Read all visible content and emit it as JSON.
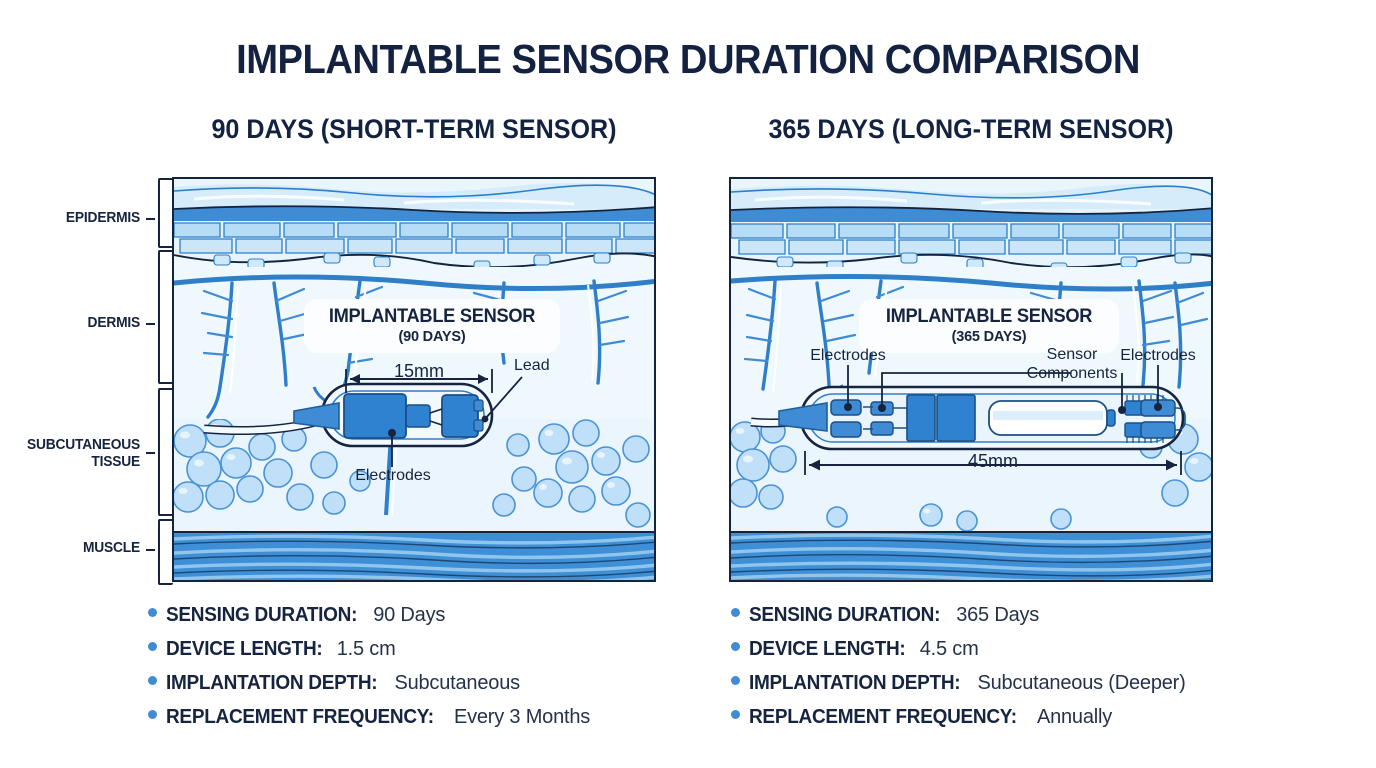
{
  "title": "IMPLANTABLE SENSOR DURATION COMPARISON",
  "colors": {
    "navy": "#16243f",
    "accent_blue": "#3f8bd4",
    "muscle_blue": "#3e8fd6",
    "panel_bg": "#eef7fd",
    "background": "#ffffff"
  },
  "layer_labels": [
    {
      "name": "EPIDERMIS",
      "lines": [
        "EPIDERMIS"
      ]
    },
    {
      "name": "DERMIS",
      "lines": [
        "DERMIS"
      ]
    },
    {
      "name": "SUBCUTANEOUS TISSUE",
      "lines": [
        "SUBCUTANEOUS",
        "TISSUE"
      ]
    },
    {
      "name": "MUSCLE",
      "lines": [
        "MUSCLE"
      ]
    }
  ],
  "panels": [
    {
      "id": "short-term",
      "heading": "90 DAYS (SHORT-TERM SENSOR)",
      "device_chip": {
        "title": "IMPLANTABLE SENSOR",
        "subtitle": "(90 DAYS)"
      },
      "dimension": "15mm",
      "callouts": [
        {
          "name": "lead",
          "text": "Lead"
        },
        {
          "name": "electrodes",
          "text": "Electrodes"
        }
      ],
      "specs": [
        {
          "label": "SENSING DURATION:",
          "value": "90 Days"
        },
        {
          "label": "DEVICE LENGTH:",
          "value": "1.5 cm"
        },
        {
          "label": "IMPLANTATION DEPTH:",
          "value": "Subcutaneous"
        },
        {
          "label": "REPLACEMENT FREQUENCY:",
          "value": "Every 3 Months"
        }
      ]
    },
    {
      "id": "long-term",
      "heading": "365 DAYS (LONG-TERM SENSOR)",
      "device_chip": {
        "title": "IMPLANTABLE SENSOR",
        "subtitle": "(365 DAYS)"
      },
      "dimension": "45mm",
      "callouts": [
        {
          "name": "electrodes-left",
          "text": "Electrodes"
        },
        {
          "name": "sensor-components",
          "text": "Sensor\nComponents"
        },
        {
          "name": "sensor-components-line1",
          "text": "Sensor"
        },
        {
          "name": "sensor-components-line2",
          "text": "Components"
        },
        {
          "name": "electrodes-right",
          "text": "Electrodes"
        }
      ],
      "specs": [
        {
          "label": "SENSING DURATION:",
          "value": "365 Days"
        },
        {
          "label": "DEVICE LENGTH:",
          "value": "4.5 cm"
        },
        {
          "label": "IMPLANTATION DEPTH:",
          "value": "Subcutaneous (Deeper)"
        },
        {
          "label": "REPLACEMENT FREQUENCY:",
          "value": "Annually"
        }
      ]
    }
  ]
}
